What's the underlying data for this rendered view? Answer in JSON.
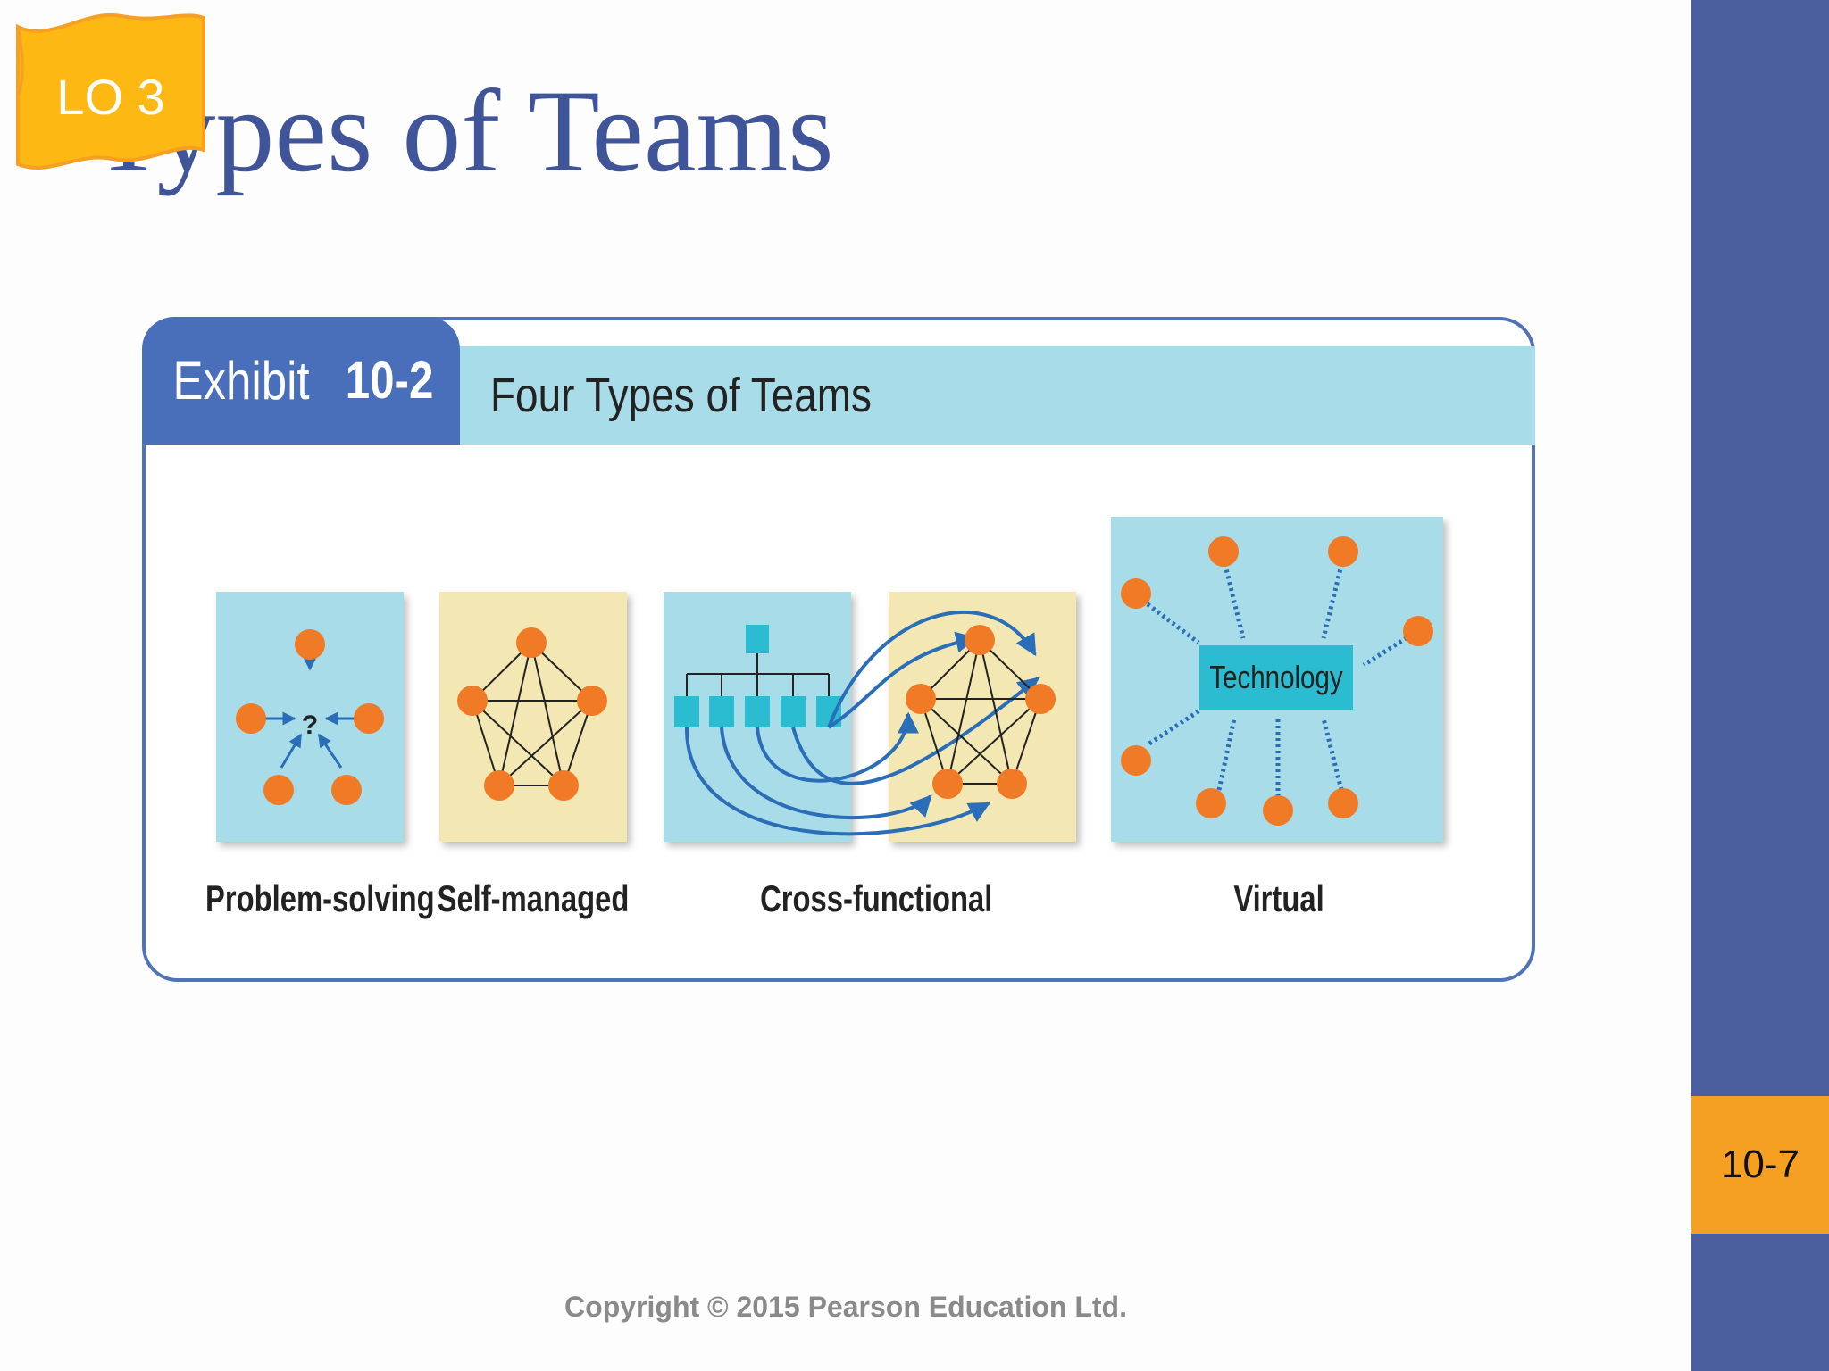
{
  "slide": {
    "title": "Types of Teams",
    "lo_tag": "LO 3",
    "page_number": "10-7",
    "copyright": "Copyright © 2015 Pearson Education Ltd."
  },
  "exhibit": {
    "label_word": "Exhibit",
    "label_number": "10-2",
    "title": "Four Types of Teams",
    "center_label": "Technology",
    "labels": {
      "problem_solving": "Problem-solving",
      "self_managed": "Self-managed",
      "cross_functional": "Cross-functional",
      "virtual": "Virtual"
    }
  },
  "colors": {
    "sidebar": "#4a5d9c",
    "accent_orange": "#f5a023",
    "title_blue": "#3f5499",
    "panel_blue": "#a8dce8",
    "panel_tan": "#f3e8b4",
    "node_orange": "#f07a26",
    "arrow_blue": "#2a6db8",
    "box_teal": "#2bbcd2"
  }
}
